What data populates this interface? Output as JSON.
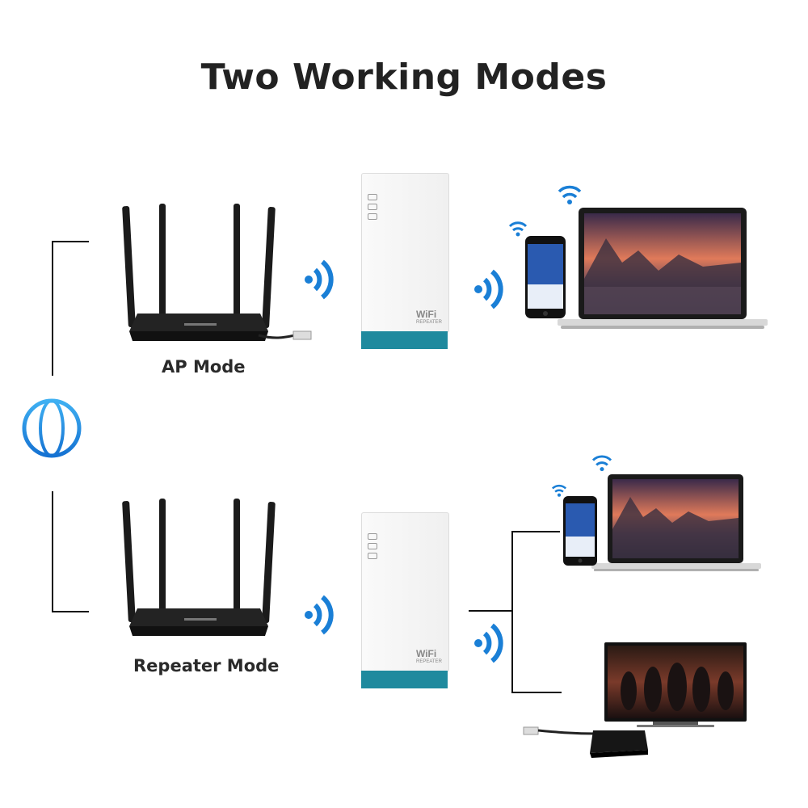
{
  "title": "Two Working Modes",
  "modes": [
    {
      "label": "AP Mode"
    },
    {
      "label": "Repeater Mode"
    }
  ],
  "repeater": {
    "brand_line1": "WiFi",
    "brand_line2": "REPEATER"
  },
  "colors": {
    "accent_blue": "#1a7fd6",
    "repeater_base": "#1f8a9e",
    "router": "#1b1b1b"
  }
}
